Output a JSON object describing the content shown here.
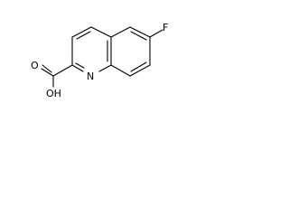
{
  "molecule": {
    "atom_labels": {
      "fluorine": "F",
      "nitrogen": "N",
      "carbonyl_oxygen": "O",
      "hydroxyl": "OH"
    },
    "colors": {
      "bond": "#000000",
      "text": "#000000",
      "background": "#ffffff"
    }
  }
}
